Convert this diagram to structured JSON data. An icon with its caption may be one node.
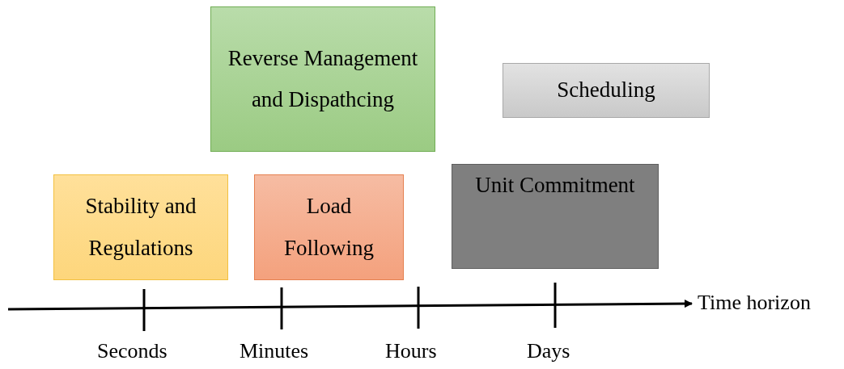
{
  "diagram": {
    "nodes": [
      {
        "text": [
          "Reverse Management and Dispathcing"
        ]
      },
      {
        "text": [
          "Scheduling"
        ]
      },
      {
        "text": [
          "Stability and Regulations"
        ]
      },
      {
        "text": [
          "Load Following"
        ]
      },
      {
        "text": [
          "Unit Commitment"
        ]
      }
    ],
    "labels": [
      "Time horizon",
      "Seconds",
      "Minutes",
      "Hours",
      "Days"
    ]
  }
}
